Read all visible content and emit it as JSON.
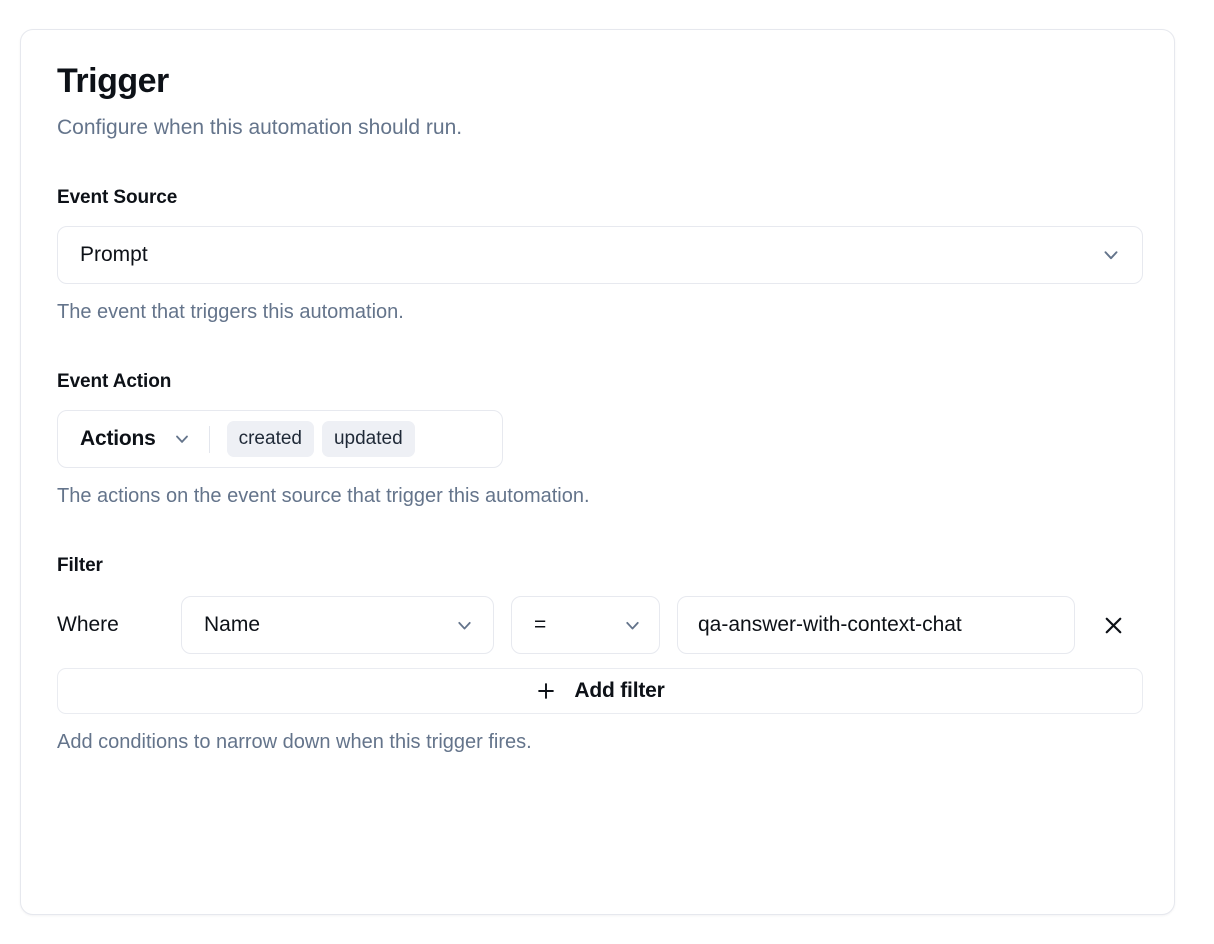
{
  "card": {
    "title": "Trigger",
    "subtitle": "Configure when this automation should run."
  },
  "event_source": {
    "label": "Event Source",
    "value": "Prompt",
    "help": "The event that triggers this automation.",
    "chevron_icon": "chevron-down-icon"
  },
  "event_action": {
    "label": "Event Action",
    "trigger_label": "Actions",
    "chips": [
      "created",
      "updated"
    ],
    "help": "The actions on the event source that trigger this automation.",
    "chevron_icon": "chevron-down-icon"
  },
  "filter": {
    "label": "Filter",
    "where_label": "Where",
    "field_value": "Name",
    "operator_value": "=",
    "value": "qa-answer-with-context-chat",
    "remove_icon": "close-icon",
    "add_filter_label": "Add filter",
    "add_filter_icon": "plus-icon",
    "help": "Add conditions to narrow down when this trigger fires."
  },
  "colors": {
    "text_primary": "#0d1117",
    "text_muted": "#64748b",
    "border": "#e7e9ef",
    "chip_bg": "#eef0f5",
    "chevron": "#64748b",
    "card_bg": "#ffffff"
  }
}
